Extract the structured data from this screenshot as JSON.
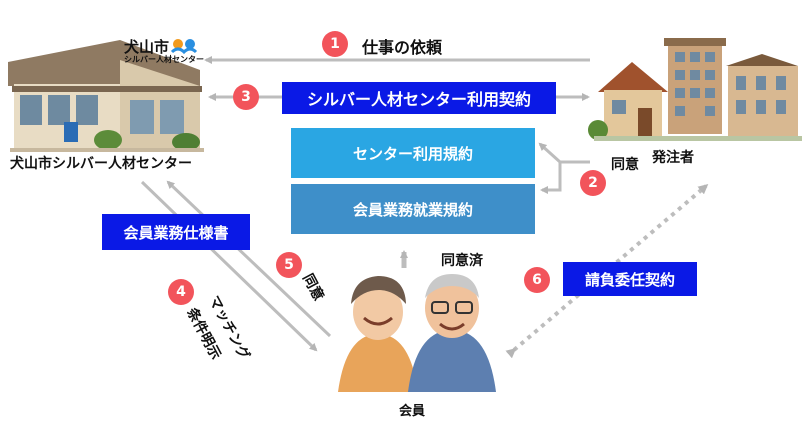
{
  "center_name": "犬山市シルバー人材センター",
  "logo_text": "犬山市",
  "logo_subtext": "シルバー人材センター",
  "orderer_label": "発注者",
  "member_label": "会員",
  "steps": {
    "s1": {
      "num": "1",
      "label": "仕事の依頼"
    },
    "s2": {
      "num": "2",
      "label": "同意"
    },
    "s3": {
      "num": "3",
      "label": "シルバー人材センター利用契約"
    },
    "s4": {
      "num": "4",
      "label1": "マッチング",
      "label2": "条件明示"
    },
    "s5": {
      "num": "5",
      "label": "同意"
    },
    "s6": {
      "num": "6",
      "label": "請負委任契約"
    }
  },
  "rules": {
    "center_use": "センター利用規約",
    "member_work": "会員業務就業規約"
  },
  "member_spec": "会員業務仕様書",
  "agreed": "同意済",
  "colors": {
    "blue": "#0a19e6",
    "sky": "#2aa6e3",
    "steel": "#3e8fc9",
    "badge": "#f2545b",
    "arrow": "#bdbdbd"
  }
}
